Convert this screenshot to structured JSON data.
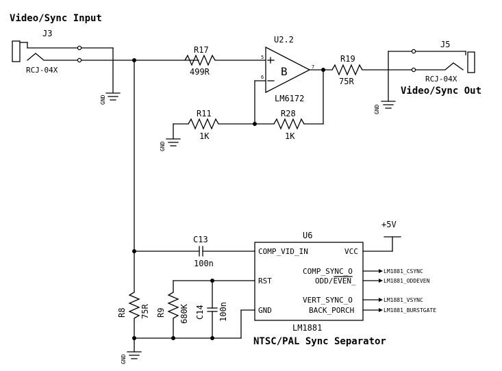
{
  "titles": {
    "input": "Video/Sync Input",
    "output": "Video/Sync Out",
    "separator": "NTSC/PAL Sync Separator"
  },
  "components": {
    "j3": {
      "ref": "J3",
      "value": "RCJ-04X"
    },
    "j5": {
      "ref": "J5",
      "value": "RCJ-04X"
    },
    "r17": {
      "ref": "R17",
      "value": "499R"
    },
    "r19": {
      "ref": "R19",
      "value": "75R"
    },
    "r11": {
      "ref": "R11",
      "value": "1K"
    },
    "r28": {
      "ref": "R28",
      "value": "1K"
    },
    "r8": {
      "ref": "R8",
      "value": "75R"
    },
    "r9": {
      "ref": "R9",
      "value": "680K"
    },
    "c13": {
      "ref": "C13",
      "value": "100n"
    },
    "c14": {
      "ref": "C14",
      "value": "100n"
    },
    "u2": {
      "ref": "U2.2",
      "unit": "B",
      "part": "LM6172",
      "pin_plus": "5",
      "pin_minus": "6",
      "pin_out": "7"
    },
    "u6": {
      "ref": "U6",
      "part": "LM1881"
    }
  },
  "u6_pins": {
    "comp_vid_in": "COMP_VID_IN",
    "rst": "RST",
    "gnd": "GND",
    "vcc": "VCC",
    "comp_sync_o": "COMP_SYNC_O",
    "odd_even_prefix": "ODD/",
    "odd_even_overbar": "EVEN",
    "odd_even_suffix": "_",
    "vert_sync_o": "VERT_SYNC_O",
    "back_porch": "BACK_PORCH"
  },
  "net_labels": {
    "csync": "LM1881_CSYNC",
    "oddeven": "LM1881_ODDEVEN",
    "vsync": "LM1881_VSYNC",
    "burstgate": "LM1881_BURSTGATE",
    "plus5v": "+5V",
    "gnd": "GND"
  }
}
